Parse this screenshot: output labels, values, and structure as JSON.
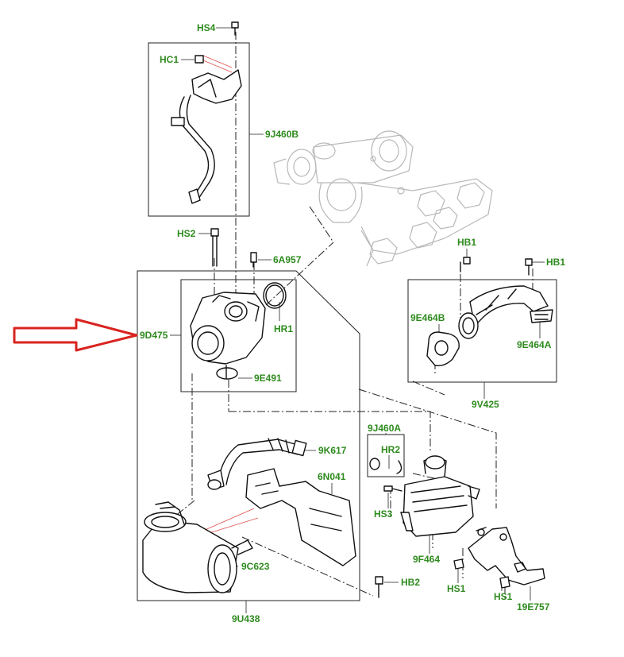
{
  "diagram": {
    "labels": {
      "hs4": "HS4",
      "hc1": "HC1",
      "j460b": "9J460B",
      "hs2": "HS2",
      "a957": "6A957",
      "d475": "9D475",
      "hr1": "HR1",
      "e491": "9E491",
      "hb1_left": "HB1",
      "hb1_right": "HB1",
      "e464b": "9E464B",
      "e464a": "9E464A",
      "v425": "9V425",
      "j460a": "9J460A",
      "hr2": "HR2",
      "k617": "9K617",
      "n041": "6N041",
      "hs3": "HS3",
      "f464": "9F464",
      "c623": "9C623",
      "hb2": "HB2",
      "hs1_left": "HS1",
      "hs1_right": "HS1",
      "e757": "19E757",
      "u438": "9U438"
    },
    "colors": {
      "label": "#2e8b1e",
      "line": "#222222",
      "ghost": "#b8b8b8",
      "arrow": "#d9231f",
      "leader_red": "#e05050"
    }
  }
}
